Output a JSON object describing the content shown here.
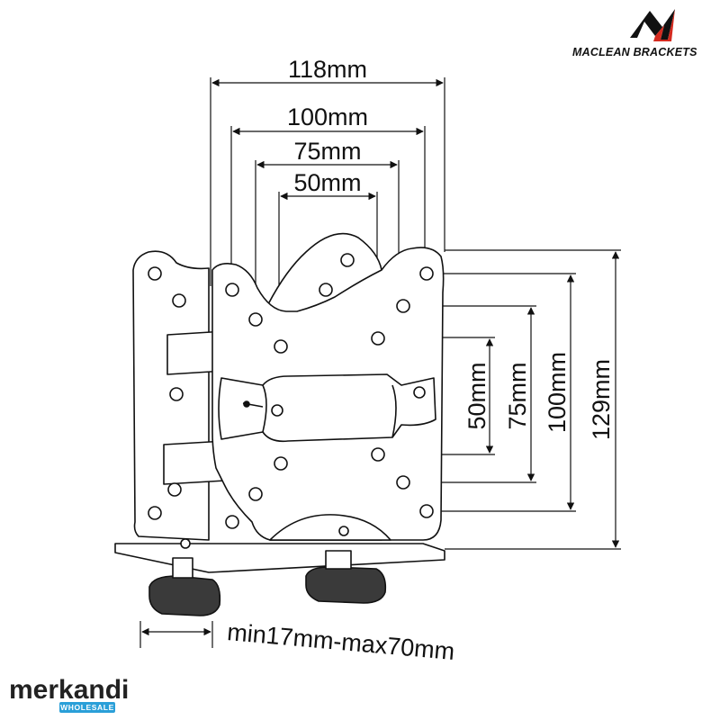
{
  "brand": {
    "name": "MACLEAN BRACKETS",
    "colors": {
      "logo_red": "#d42a1f",
      "logo_dark": "#111111"
    }
  },
  "dimensions": {
    "width_overall": "118mm",
    "width_100": "100mm",
    "width_75": "75mm",
    "width_50": "50mm",
    "height_50": "50mm",
    "height_75": "75mm",
    "height_100": "100mm",
    "height_overall": "129mm",
    "clamp_range": "min17mm-max70mm"
  },
  "watermark": {
    "name": "merkandi",
    "badge": "WHOLESALE",
    "colors": {
      "text": "#222222",
      "badge": "#2a9fd8"
    }
  }
}
